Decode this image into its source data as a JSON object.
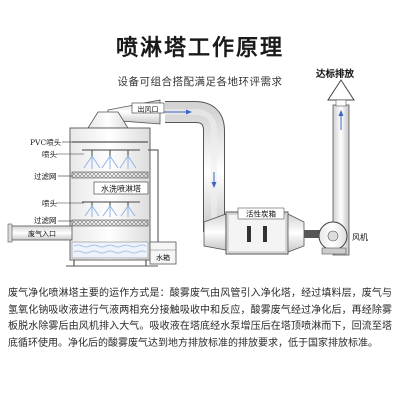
{
  "header": {
    "title": "喷淋塔工作原理",
    "subtitle": "设备可组合搭配满足各地环评需求"
  },
  "diagram": {
    "labels": {
      "outlet": "达标排放",
      "inlet_top": "出风口",
      "pvc_nozzle": "PVC喷头",
      "nozzle_upper": "喷头",
      "filter_upper": "过滤网",
      "water_tower": "水洗喷淋塔",
      "nozzle_lower": "喷头",
      "filter_lower": "过滤网",
      "gas_inlet": "废气入口",
      "water_tank": "水箱",
      "carbon_box": "活性炭箱",
      "fan": "风机"
    }
  },
  "description": {
    "text": "废气净化喷淋塔主要的运作方式是：酸雾废气由风管引入净化塔，经过填料层，废气与氢氧化钠吸收液进行气液两相充分接触吸收中和反应，酸雾废气经过净化后，再经除雾板脱水除雾后由风机排入大气。吸收液在塔底经水泵增压后在塔顶喷淋而下，回流至塔底循环使用。净化后的酸雾废气达到地方排放标准的排放要求，低于国家排放标准。"
  }
}
